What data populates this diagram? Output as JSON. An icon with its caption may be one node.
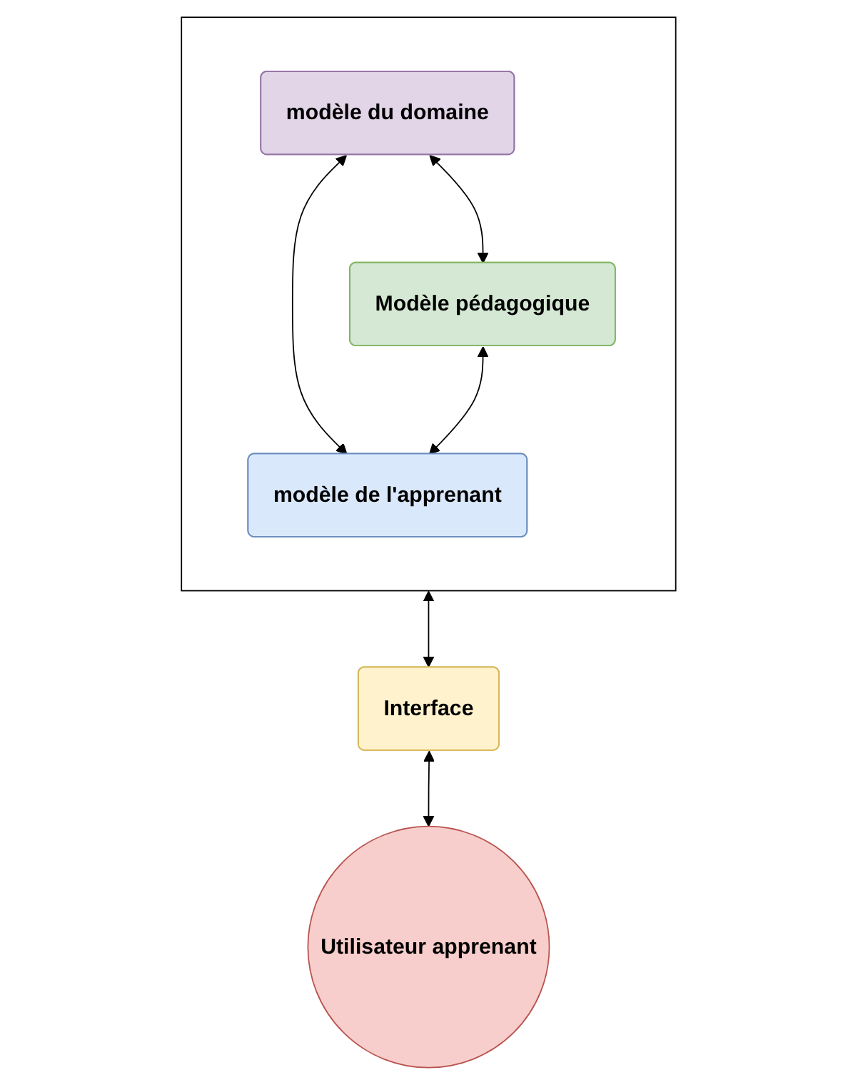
{
  "diagram": {
    "nodes": [
      {
        "text": [],
        "shape": "box"
      },
      {
        "text": [
          "modèle du domaine"
        ],
        "in": 0
      },
      {
        "text": [
          "Modèle pédagogique"
        ],
        "in": 0
      },
      {
        "text": [
          "modèle de l'apprenant"
        ],
        "in": 0
      },
      {
        "text": [
          "Interface"
        ]
      },
      {
        "text": [
          "Utilisateur apprenant"
        ]
      }
    ],
    "edges": [
      {
        "from": 1,
        "to": 2,
        "arrow": "both"
      },
      {
        "from": 1,
        "to": 3,
        "arrow": "both"
      },
      {
        "from": 2,
        "to": 3,
        "arrow": "both"
      },
      {
        "from": 0,
        "to": 4,
        "arrow": "both"
      },
      {
        "from": 4,
        "to": 5,
        "arrow": "both"
      }
    ]
  }
}
